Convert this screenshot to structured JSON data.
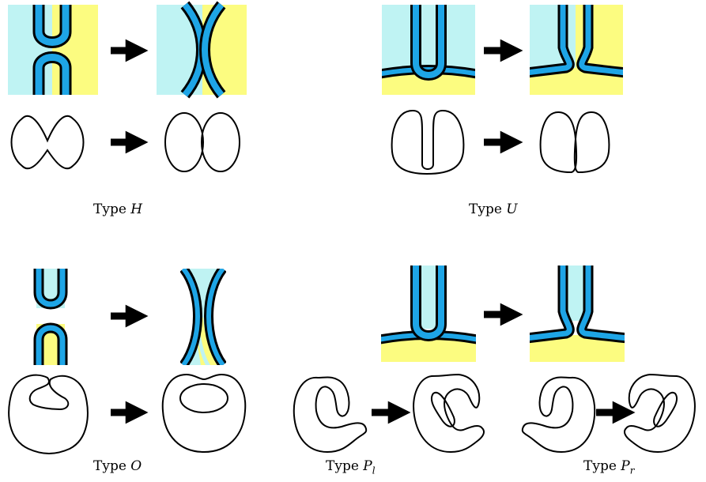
{
  "colors": {
    "cyan_region": "#bff3f3",
    "yellow_region": "#fcfc80",
    "band_blue": "#1ea5e6",
    "stroke": "#000000",
    "arrow": "#000000"
  },
  "captions": {
    "type_h": {
      "prefix": "Type ",
      "var": "H",
      "sub": ""
    },
    "type_u": {
      "prefix": "Type ",
      "var": "U",
      "sub": ""
    },
    "type_o": {
      "prefix": "Type ",
      "var": "O",
      "sub": ""
    },
    "type_pl": {
      "prefix": "Type ",
      "var": "P",
      "sub": "l"
    },
    "type_pr": {
      "prefix": "Type ",
      "var": "P",
      "sub": "r"
    }
  }
}
